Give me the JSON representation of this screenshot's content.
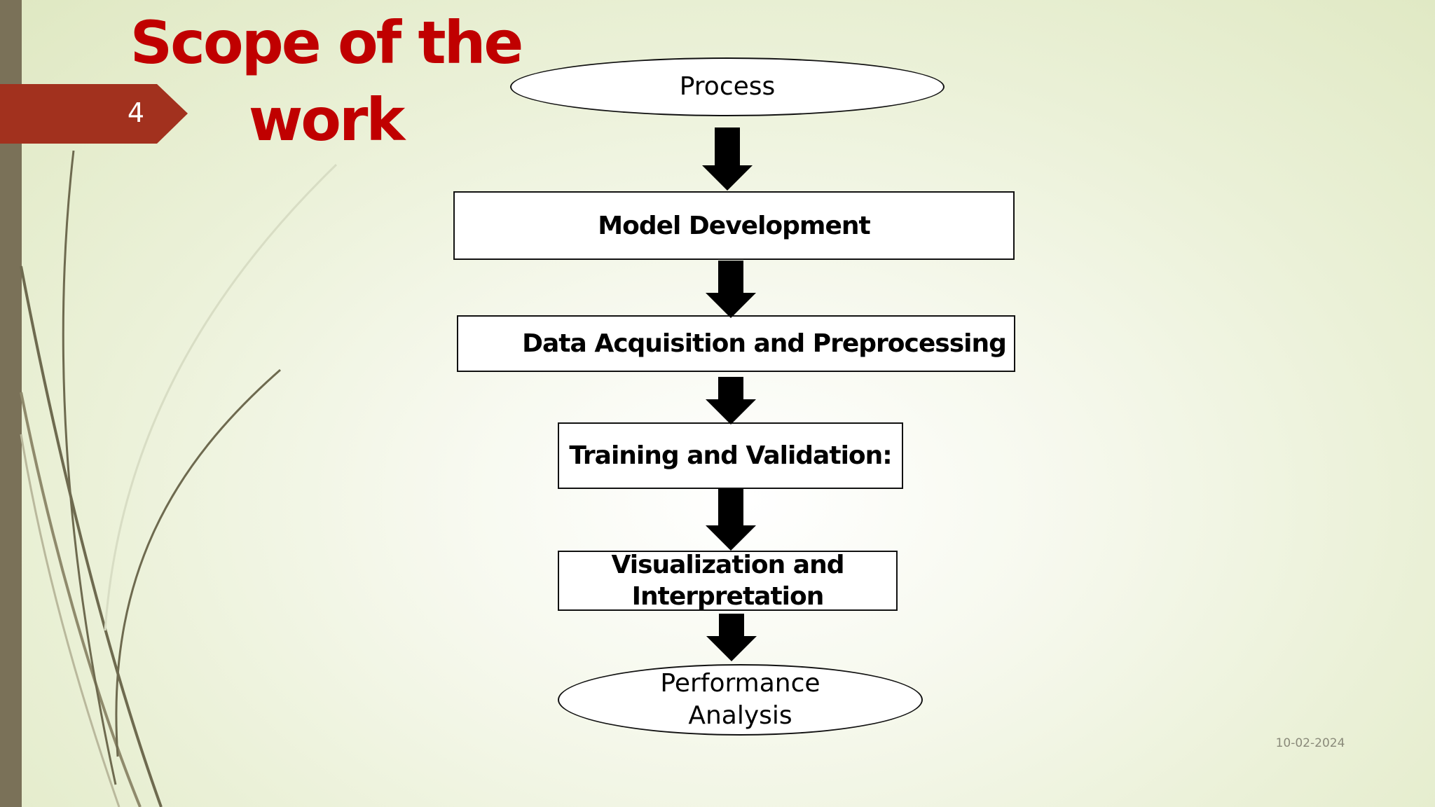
{
  "slide": {
    "number": "4",
    "title_line1": "Scope of the",
    "title_line2": "work",
    "date": "10-02-2024"
  },
  "flowchart": {
    "nodes": [
      {
        "id": "process",
        "shape": "ellipse",
        "label": "Process"
      },
      {
        "id": "model-development",
        "shape": "rectangle",
        "label": "Model Development"
      },
      {
        "id": "data-acquisition",
        "shape": "rectangle",
        "label": "Data Acquisition and Preprocessing"
      },
      {
        "id": "training-validation",
        "shape": "rectangle",
        "label": "Training and Validation:"
      },
      {
        "id": "visualization",
        "shape": "rectangle",
        "label_line1": "Visualization and",
        "label_line2": "Interpretation"
      },
      {
        "id": "performance",
        "shape": "ellipse",
        "label_line1": "Performance",
        "label_line2": "Analysis"
      }
    ],
    "edges": [
      [
        "process",
        "model-development"
      ],
      [
        "model-development",
        "data-acquisition"
      ],
      [
        "data-acquisition",
        "training-validation"
      ],
      [
        "training-validation",
        "visualization"
      ],
      [
        "visualization",
        "performance"
      ]
    ]
  },
  "colors": {
    "title": "#c00000",
    "tab": "#a2311e",
    "left_bar": "#7a7158",
    "arrow": "#000000"
  }
}
